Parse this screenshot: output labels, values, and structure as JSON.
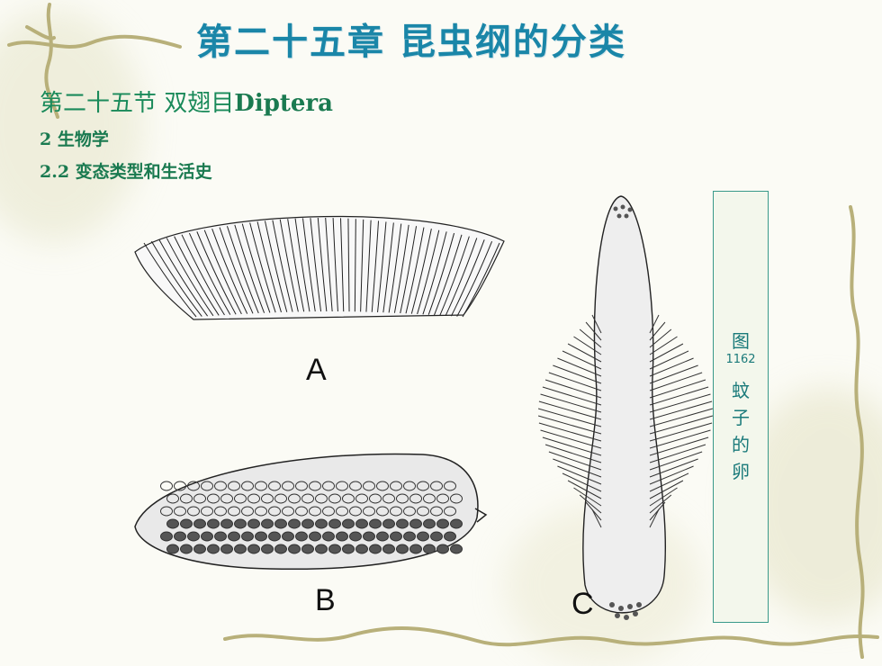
{
  "slide": {
    "title": "第二十五章 昆虫纲的分类",
    "section_cn": "第二十五节  双翅目",
    "section_latin": "Diptera",
    "sub1": "2 生物学",
    "sub2": "2.2 变态类型和生活史"
  },
  "figures": {
    "label_a": "A",
    "label_b": "B",
    "label_c": "C"
  },
  "caption": {
    "main": "图",
    "number": "1162",
    "text": "蚊子的卵"
  },
  "colors": {
    "title": "#1a86a8",
    "section": "#1a8a5a",
    "caption_border": "#3a9a8a",
    "vine": "#b8b07a"
  }
}
